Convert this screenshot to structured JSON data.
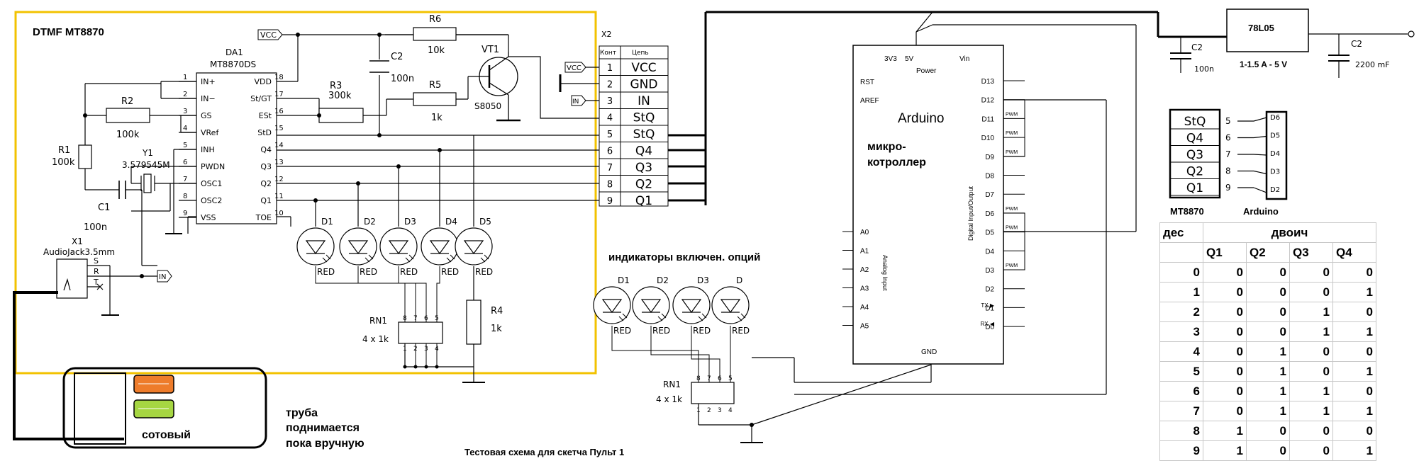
{
  "texts": {
    "title": "DTMF MT8870",
    "da1": "DA1",
    "mt_part": "MT8870DS",
    "vcc_tag": "VCC",
    "r6": "R6",
    "r6_val": "10k",
    "vt1": "VT1",
    "vt1_part": "S8050",
    "c2": "C2",
    "c2_val": "100n",
    "r3": "R3",
    "r3_val": "300k",
    "r5": "R5",
    "r5_val": "1k",
    "r2": "R2",
    "r2_val": "100k",
    "r1": "R1",
    "r1_val": "100k",
    "y1": "Y1",
    "y1_val": "3.579545M",
    "c1": "C1",
    "c1_val": "100n",
    "x1": "X1",
    "x1_part": "AudioJack3.5mm",
    "jack_s": "S",
    "jack_r": "R",
    "jack_t": "T",
    "in_tag": "IN",
    "x2": "X2",
    "x2_col1": "Конт",
    "x2_col2": "Цепь",
    "r4": "R4",
    "r4_val": "1k",
    "rn1": "RN1",
    "rn1_val": "4 x 1k",
    "red": "RED",
    "indicators": "индикаторы включен. опций",
    "arduino": "Arduino",
    "micro1": "микро-",
    "micro2": "котроллер",
    "power": "Power",
    "p_3v3": "3V3",
    "p_5v": "5V",
    "p_vin": "Vin",
    "rst": "RST",
    "aref": "AREF",
    "gnd": "GND",
    "dio": "Digital Input/Output",
    "analog": "Analog Input",
    "pwm": "PWM",
    "tx": "TX ▶",
    "rx": "RX ◀",
    "reg": "78L05",
    "reg_note": "1-1.5 A - 5 V",
    "c2b": "C2",
    "c2b_val": "100n",
    "c2c": "C2",
    "c2c_val": "2200 mF",
    "map_mt": "MT8870",
    "map_ard": "Arduino",
    "phone1": "труба",
    "phone2": "поднимается",
    "phone3": "пока вручную",
    "cell": "сотовый",
    "caption": "Тестовая схема для скетча Пульт 1"
  },
  "mt_left_pins": [
    {
      "num": "1",
      "name": "IN+"
    },
    {
      "num": "2",
      "name": "IN−"
    },
    {
      "num": "3",
      "name": "GS"
    },
    {
      "num": "4",
      "name": "VRef"
    },
    {
      "num": "5",
      "name": "INH"
    },
    {
      "num": "6",
      "name": "PWDN"
    },
    {
      "num": "7",
      "name": "OSC1"
    },
    {
      "num": "8",
      "name": "OSC2"
    },
    {
      "num": "9",
      "name": "VSS"
    }
  ],
  "mt_right_pins": [
    {
      "num": "18",
      "name": "VDD"
    },
    {
      "num": "17",
      "name": "St/GT"
    },
    {
      "num": "16",
      "name": "ESt"
    },
    {
      "num": "15",
      "name": "StD"
    },
    {
      "num": "14",
      "name": "Q4"
    },
    {
      "num": "13",
      "name": "Q3"
    },
    {
      "num": "12",
      "name": "Q2"
    },
    {
      "num": "11",
      "name": "Q1"
    },
    {
      "num": "10",
      "name": "TOE"
    }
  ],
  "x2_rows": [
    {
      "num": "1",
      "net": "VCC"
    },
    {
      "num": "2",
      "net": "GND"
    },
    {
      "num": "3",
      "net": "IN"
    },
    {
      "num": "4",
      "net": "StQ"
    },
    {
      "num": "5",
      "net": "StQ"
    },
    {
      "num": "6",
      "net": "Q4"
    },
    {
      "num": "7",
      "net": "Q3"
    },
    {
      "num": "8",
      "net": "Q2"
    },
    {
      "num": "9",
      "net": "Q1"
    }
  ],
  "leds_main": [
    "D1",
    "D2",
    "D3",
    "D4",
    "D5"
  ],
  "leds_ind": [
    "D1",
    "D2",
    "D3",
    "D"
  ],
  "rn_pins_top": [
    "8",
    "7",
    "6",
    "5"
  ],
  "rn_pins_bot": [
    "1",
    "2",
    "3",
    "4"
  ],
  "ard_left": [
    "A0",
    "A1",
    "A2",
    "A3",
    "A4",
    "A5"
  ],
  "ard_right": [
    "D13",
    "D12",
    "D11",
    "D10",
    "D9",
    "D8",
    "D7",
    "D6",
    "D5",
    "D4",
    "D3",
    "D2",
    "D1",
    "D0"
  ],
  "map_rows": [
    {
      "sig": "StQ",
      "pin": "5",
      "ard": "D6"
    },
    {
      "sig": "Q4",
      "pin": "6",
      "ard": "D5"
    },
    {
      "sig": "Q3",
      "pin": "7",
      "ard": "D4"
    },
    {
      "sig": "Q2",
      "pin": "8",
      "ard": "D3"
    },
    {
      "sig": "Q1",
      "pin": "9",
      "ard": "D2"
    }
  ],
  "truth": {
    "head_dec": "дес",
    "head_bin": "двоич",
    "cols": [
      "Q1",
      "Q2",
      "Q3",
      "Q4"
    ],
    "rows": [
      [
        "0",
        "0",
        "0",
        "0",
        "0"
      ],
      [
        "1",
        "0",
        "0",
        "0",
        "1"
      ],
      [
        "2",
        "0",
        "0",
        "1",
        "0"
      ],
      [
        "3",
        "0",
        "0",
        "1",
        "1"
      ],
      [
        "4",
        "0",
        "1",
        "0",
        "0"
      ],
      [
        "5",
        "0",
        "1",
        "0",
        "1"
      ],
      [
        "6",
        "0",
        "1",
        "1",
        "0"
      ],
      [
        "7",
        "0",
        "1",
        "1",
        "1"
      ],
      [
        "8",
        "1",
        "0",
        "0",
        "0"
      ],
      [
        "9",
        "1",
        "0",
        "0",
        "1"
      ]
    ]
  },
  "colors": {
    "frame": "#f2c200",
    "phone_orange": "#ee7c2b",
    "phone_green": "#a6d642",
    "table_line": "#c8c8c8"
  }
}
